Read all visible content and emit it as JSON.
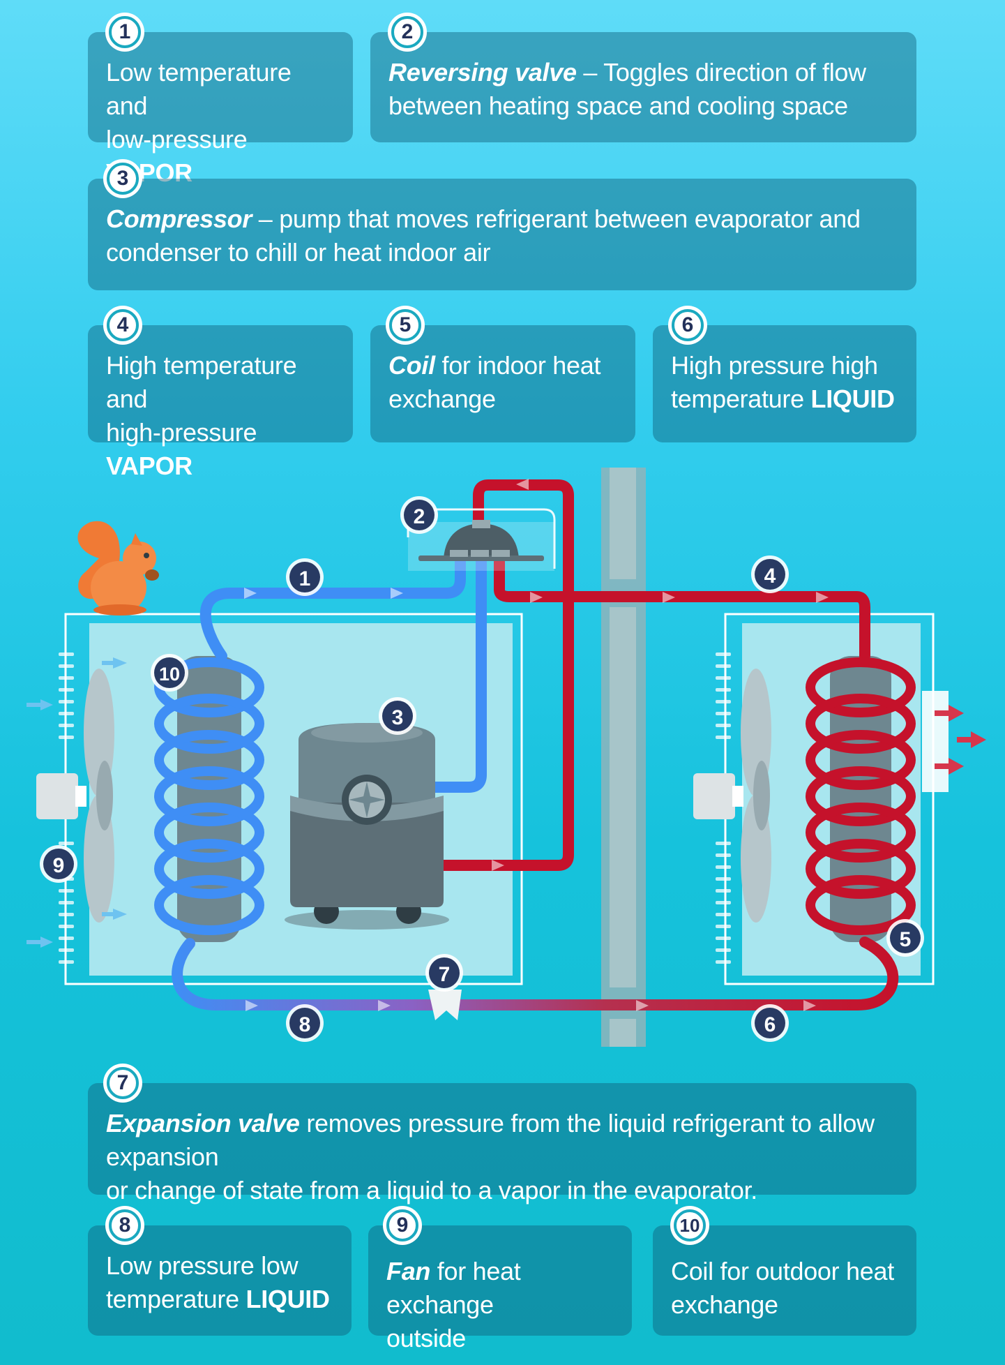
{
  "cards": {
    "c1": {
      "num": "1",
      "line1": "Low temperature and",
      "line2_pre": "low-pressure ",
      "line2_bold": "VAPOR"
    },
    "c2": {
      "num": "2",
      "title": "Reversing valve",
      "line1_rest": " – Toggles direction of flow",
      "line2": "between heating space and cooling space"
    },
    "c3": {
      "num": "3",
      "title": "Compressor",
      "line1_rest": " – pump that moves refrigerant between evaporator and",
      "line2": "condenser to chill or heat indoor air"
    },
    "c4": {
      "num": "4",
      "line1": "High temperature and",
      "line2_pre": "high-pressure ",
      "line2_bold": "VAPOR"
    },
    "c5": {
      "num": "5",
      "title": "Coil",
      "line1_rest": " for indoor heat",
      "line2": "exchange"
    },
    "c6": {
      "num": "6",
      "line1": "High pressure high",
      "line2_pre": "temperature ",
      "line2_bold": "LIQUID"
    },
    "c7": {
      "num": "7",
      "title": "Expansion valve",
      "line1_rest": " removes pressure from the liquid refrigerant to allow expansion",
      "line2": "or change of state from a liquid to a vapor in the evaporator."
    },
    "c8": {
      "num": "8",
      "line1": "Low pressure low",
      "line2_pre": "temperature ",
      "line2_bold": "LIQUID"
    },
    "c9": {
      "num": "9",
      "title": "Fan",
      "line1_rest": " for heat exchange",
      "line2": "outside"
    },
    "c10": {
      "num": "10",
      "line1": "Coil for outdoor heat",
      "line2": "exchange"
    }
  },
  "diagram_labels": {
    "m1": "1",
    "m2": "2",
    "m3": "3",
    "m4": "4",
    "m5": "5",
    "m6": "6",
    "m7": "7",
    "m8": "8",
    "m9": "9",
    "m10": "10"
  },
  "colors": {
    "cold_pipe": "#3f8ef5",
    "hot_pipe": "#c5122b",
    "compressor": "#6e8790",
    "badge_fill": "#283a63"
  }
}
